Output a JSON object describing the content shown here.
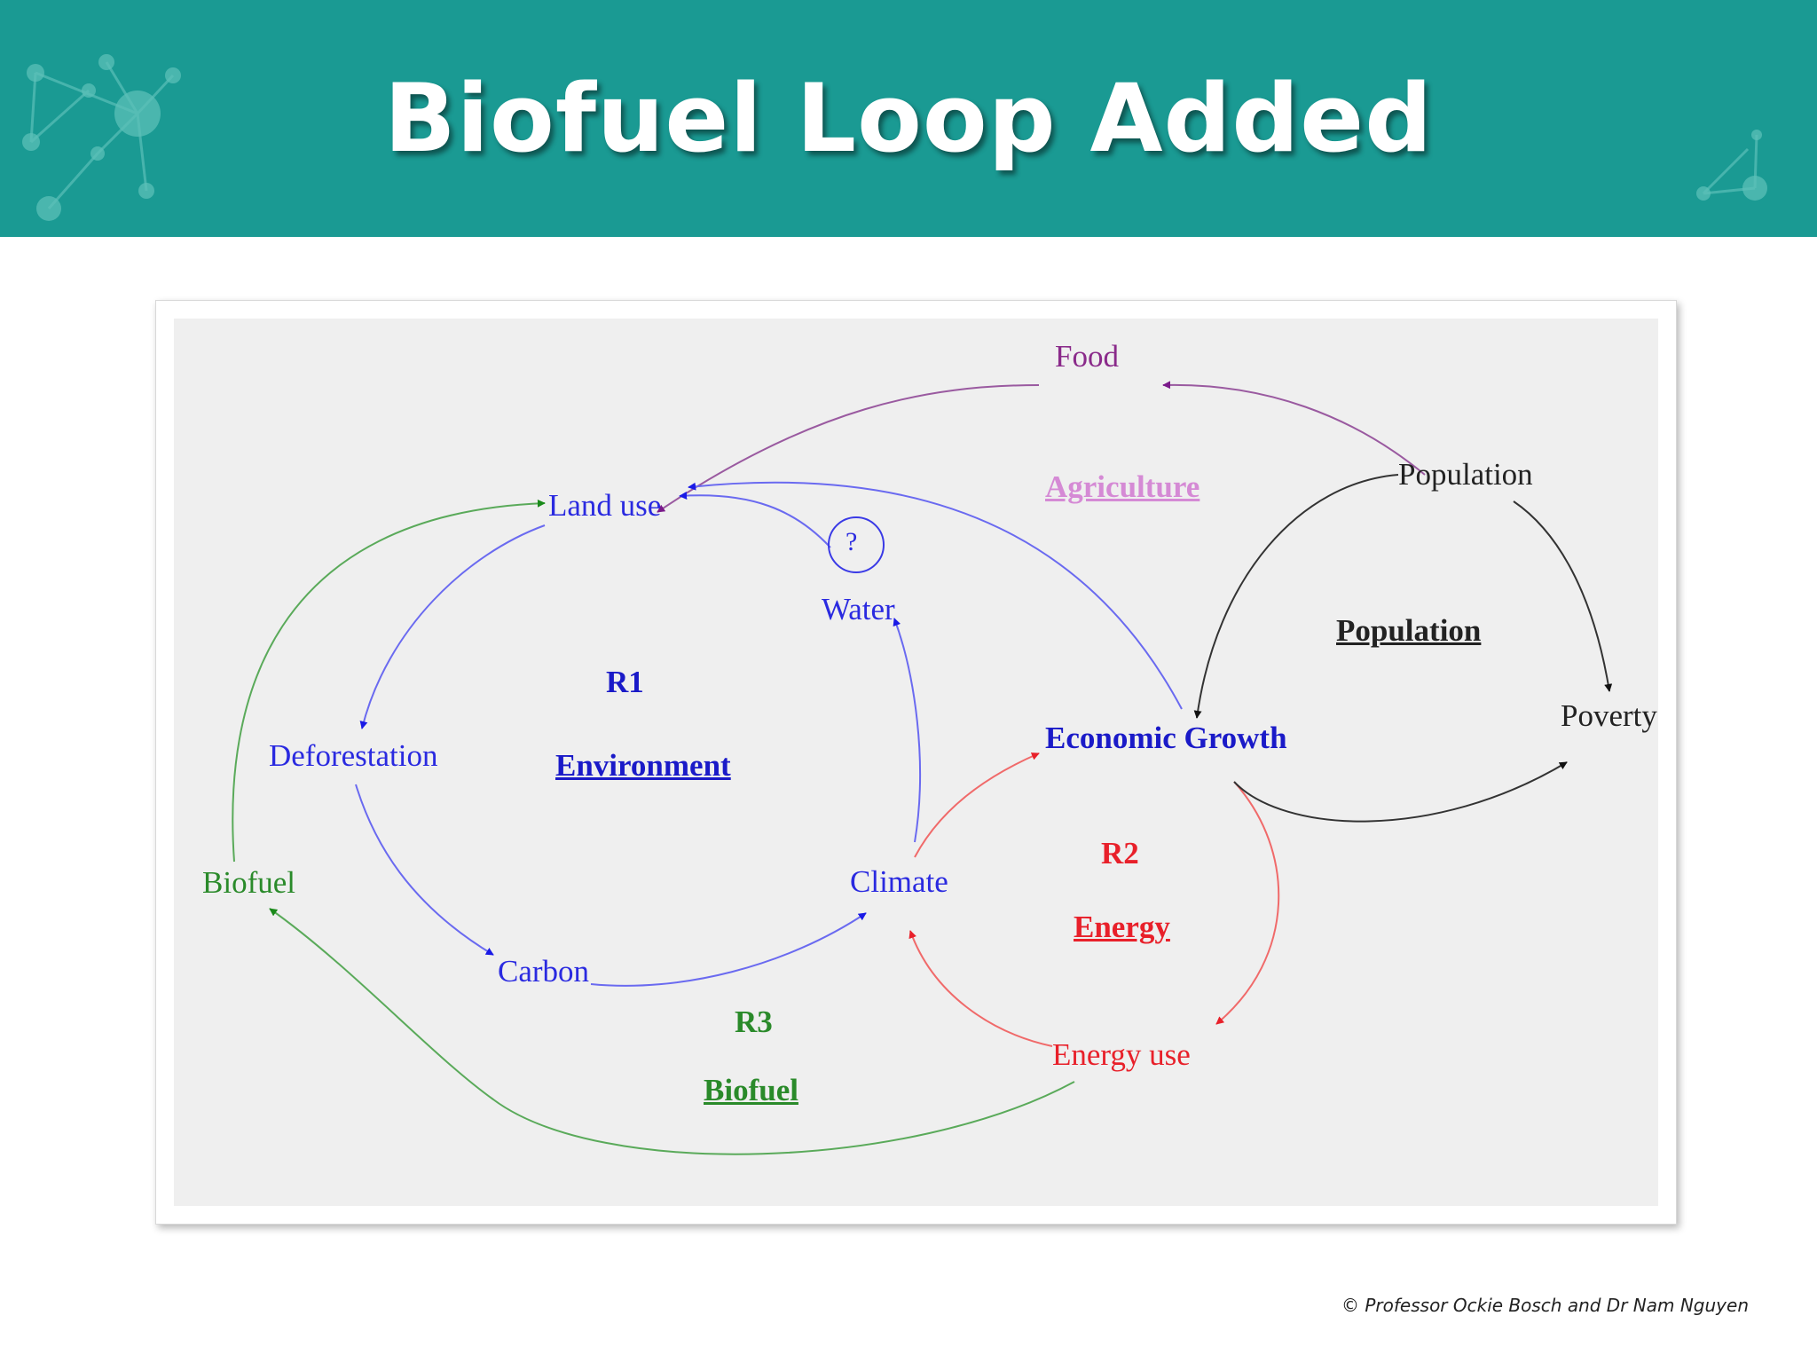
{
  "slide": {
    "title": "Biofuel Loop Added",
    "copyright": "© Professor Ockie Bosch and Dr Nam Nguyen"
  },
  "colors": {
    "header_bg": "#1a9a93",
    "blue": "#3a3ae6",
    "red": "#e8202a",
    "green": "#2a9a2a",
    "purple": "#8a2a8a",
    "pink": "#d58ad5",
    "black": "#222222"
  },
  "nodes": {
    "food": "Food",
    "land_use": "Land use",
    "water_marker": "?",
    "water": "Water",
    "population": "Population",
    "deforestation": "Deforestation",
    "economic_growth": "Economic Growth",
    "poverty": "Poverty",
    "biofuel": "Biofuel",
    "climate": "Climate",
    "carbon": "Carbon",
    "energy_use": "Energy use"
  },
  "loops": {
    "agriculture": "Agriculture",
    "r1": {
      "id": "R1",
      "name": "Environment"
    },
    "population": "Population",
    "r2": {
      "id": "R2",
      "name": "Energy"
    },
    "r3": {
      "id": "R3",
      "name": "Biofuel"
    }
  }
}
